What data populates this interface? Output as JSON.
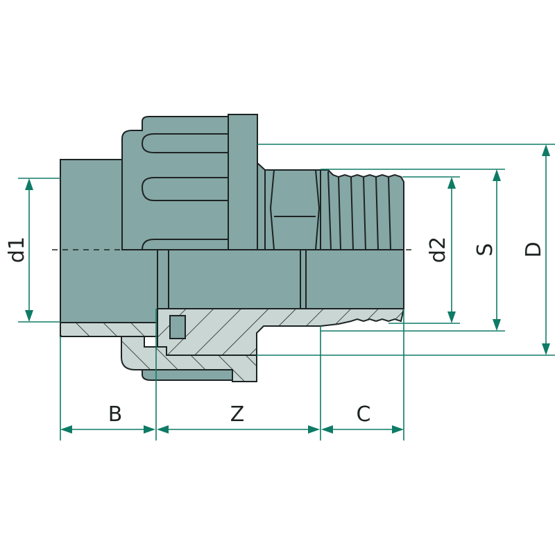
{
  "diagram": {
    "subject": "PVC union fitting with male thread (cross-section drawing)",
    "colors": {
      "body": "#85a7a5",
      "section": "#c9d6d4",
      "outline": "#1d2323",
      "dimension": "#0e7b66",
      "background": "#ffffff"
    },
    "dimensions": {
      "d1": "d1",
      "d2": "d2",
      "S": "S",
      "D": "D",
      "B": "B",
      "Z": "Z",
      "C": "C"
    }
  }
}
